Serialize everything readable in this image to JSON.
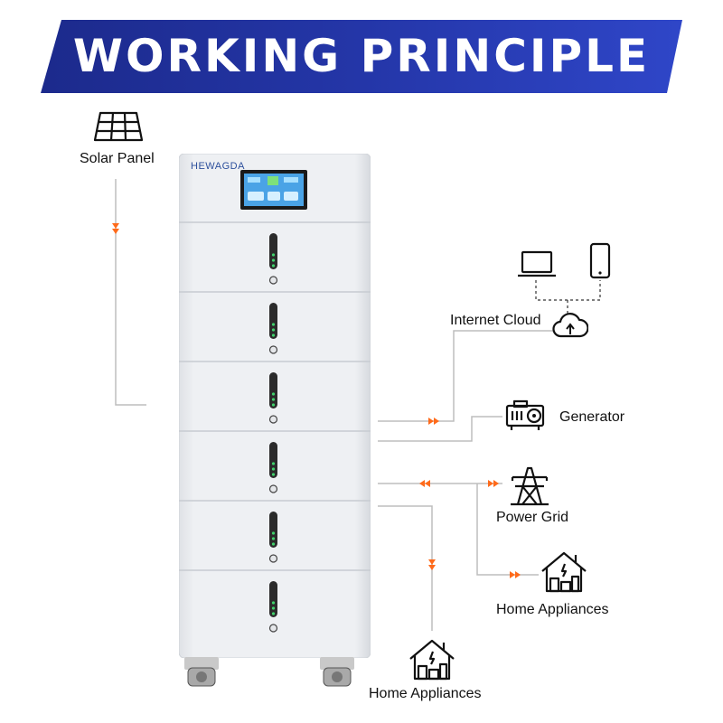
{
  "banner": {
    "title": "WORKING PRINCIPLE",
    "color_dark": "#1c2a8c",
    "color_light": "#2f46c8"
  },
  "device": {
    "brand": "HEWAGDA",
    "modules": 6,
    "body_color": "#eceef1"
  },
  "nodes": {
    "solar_panel": {
      "label": "Solar Panel",
      "icon": "solar-panel-icon"
    },
    "internet_cloud": {
      "label": "Internet Cloud",
      "icon": "cloud-upload-icon"
    },
    "generator": {
      "label": "Generator",
      "icon": "generator-icon"
    },
    "power_grid": {
      "label": "Power Grid",
      "icon": "transmission-tower-icon"
    },
    "home_appliances_right": {
      "label": "Home Appliances",
      "icon": "house-appliances-icon"
    },
    "home_appliances_bottom": {
      "label": "Home Appliances",
      "icon": "house-appliances-icon"
    }
  },
  "devices": {
    "laptop": "laptop-icon",
    "phone": "smartphone-icon"
  },
  "colors": {
    "arrow": "#ff6a1a",
    "line": "#bdbdbd",
    "icon": "#111111"
  }
}
